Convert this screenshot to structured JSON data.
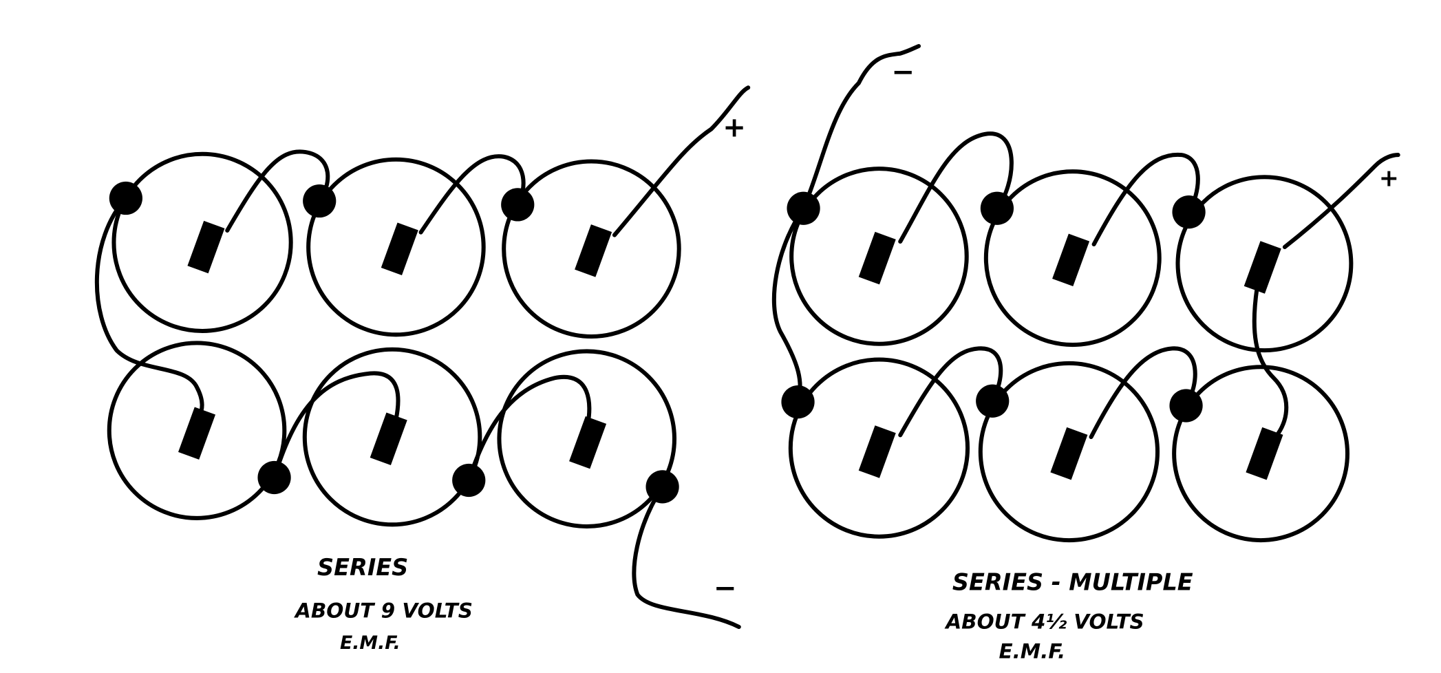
{
  "series": {
    "title": "SERIES",
    "voltage": "ABOUT 9 VOLTS",
    "unit": "E.M.F.",
    "plus": "+",
    "minus": "−"
  },
  "series_multiple": {
    "title": "SERIES - MULTIPLE",
    "voltage": "ABOUT 4½ VOLTS",
    "unit": "E.M.F.",
    "plus": "+",
    "minus": "−"
  },
  "ink_color": "#000000"
}
